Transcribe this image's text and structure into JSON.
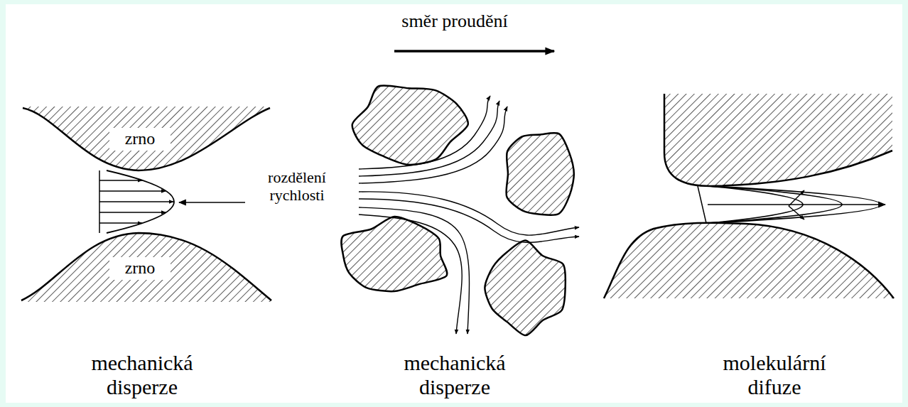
{
  "diagram": {
    "labels": [
      "směr proudění",
      "zrno",
      "zrno",
      "rozdělení rychlosti",
      "mechanická disperze",
      "mechanická disperze",
      "molekulární difuze"
    ]
  }
}
